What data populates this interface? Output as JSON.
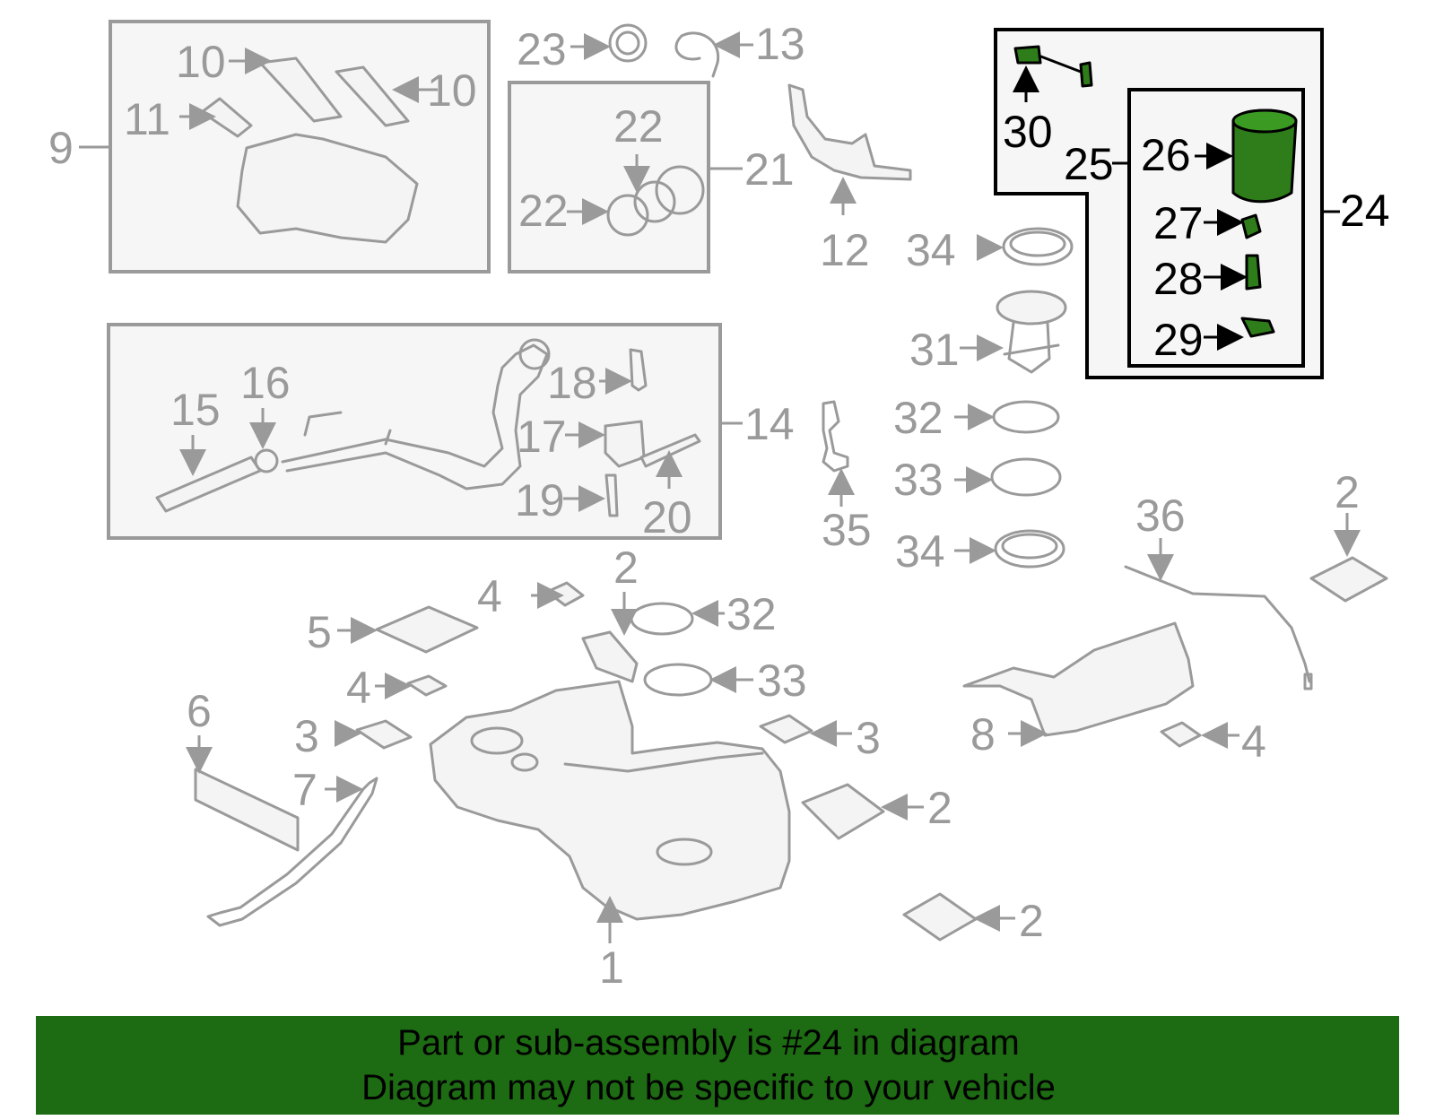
{
  "callouts": {
    "c1": "1",
    "c2a": "2",
    "c2b": "2",
    "c2c": "2",
    "c2d": "2",
    "c3a": "3",
    "c3b": "3",
    "c4a": "4",
    "c4b": "4",
    "c4c": "4",
    "c5": "5",
    "c6": "6",
    "c7": "7",
    "c8": "8",
    "c9": "9",
    "c10a": "10",
    "c10b": "10",
    "c11": "11",
    "c12": "12",
    "c13": "13",
    "c14": "14",
    "c15": "15",
    "c16": "16",
    "c17": "17",
    "c18": "18",
    "c19": "19",
    "c20": "20",
    "c21": "21",
    "c22a": "22",
    "c22b": "22",
    "c23": "23",
    "c24": "24",
    "c25": "25",
    "c26": "26",
    "c27": "27",
    "c28": "28",
    "c29": "29",
    "c30": "30",
    "c31": "31",
    "c32a": "32",
    "c32b": "32",
    "c33a": "33",
    "c33b": "33",
    "c34a": "34",
    "c34b": "34",
    "c35": "35",
    "c36": "36"
  },
  "highlight_color": "#2e7d1a",
  "banner": {
    "line1": "Part or sub-assembly is #24 in diagram",
    "line2": "Diagram may not be specific to your vehicle",
    "color": "#1d6b12"
  }
}
